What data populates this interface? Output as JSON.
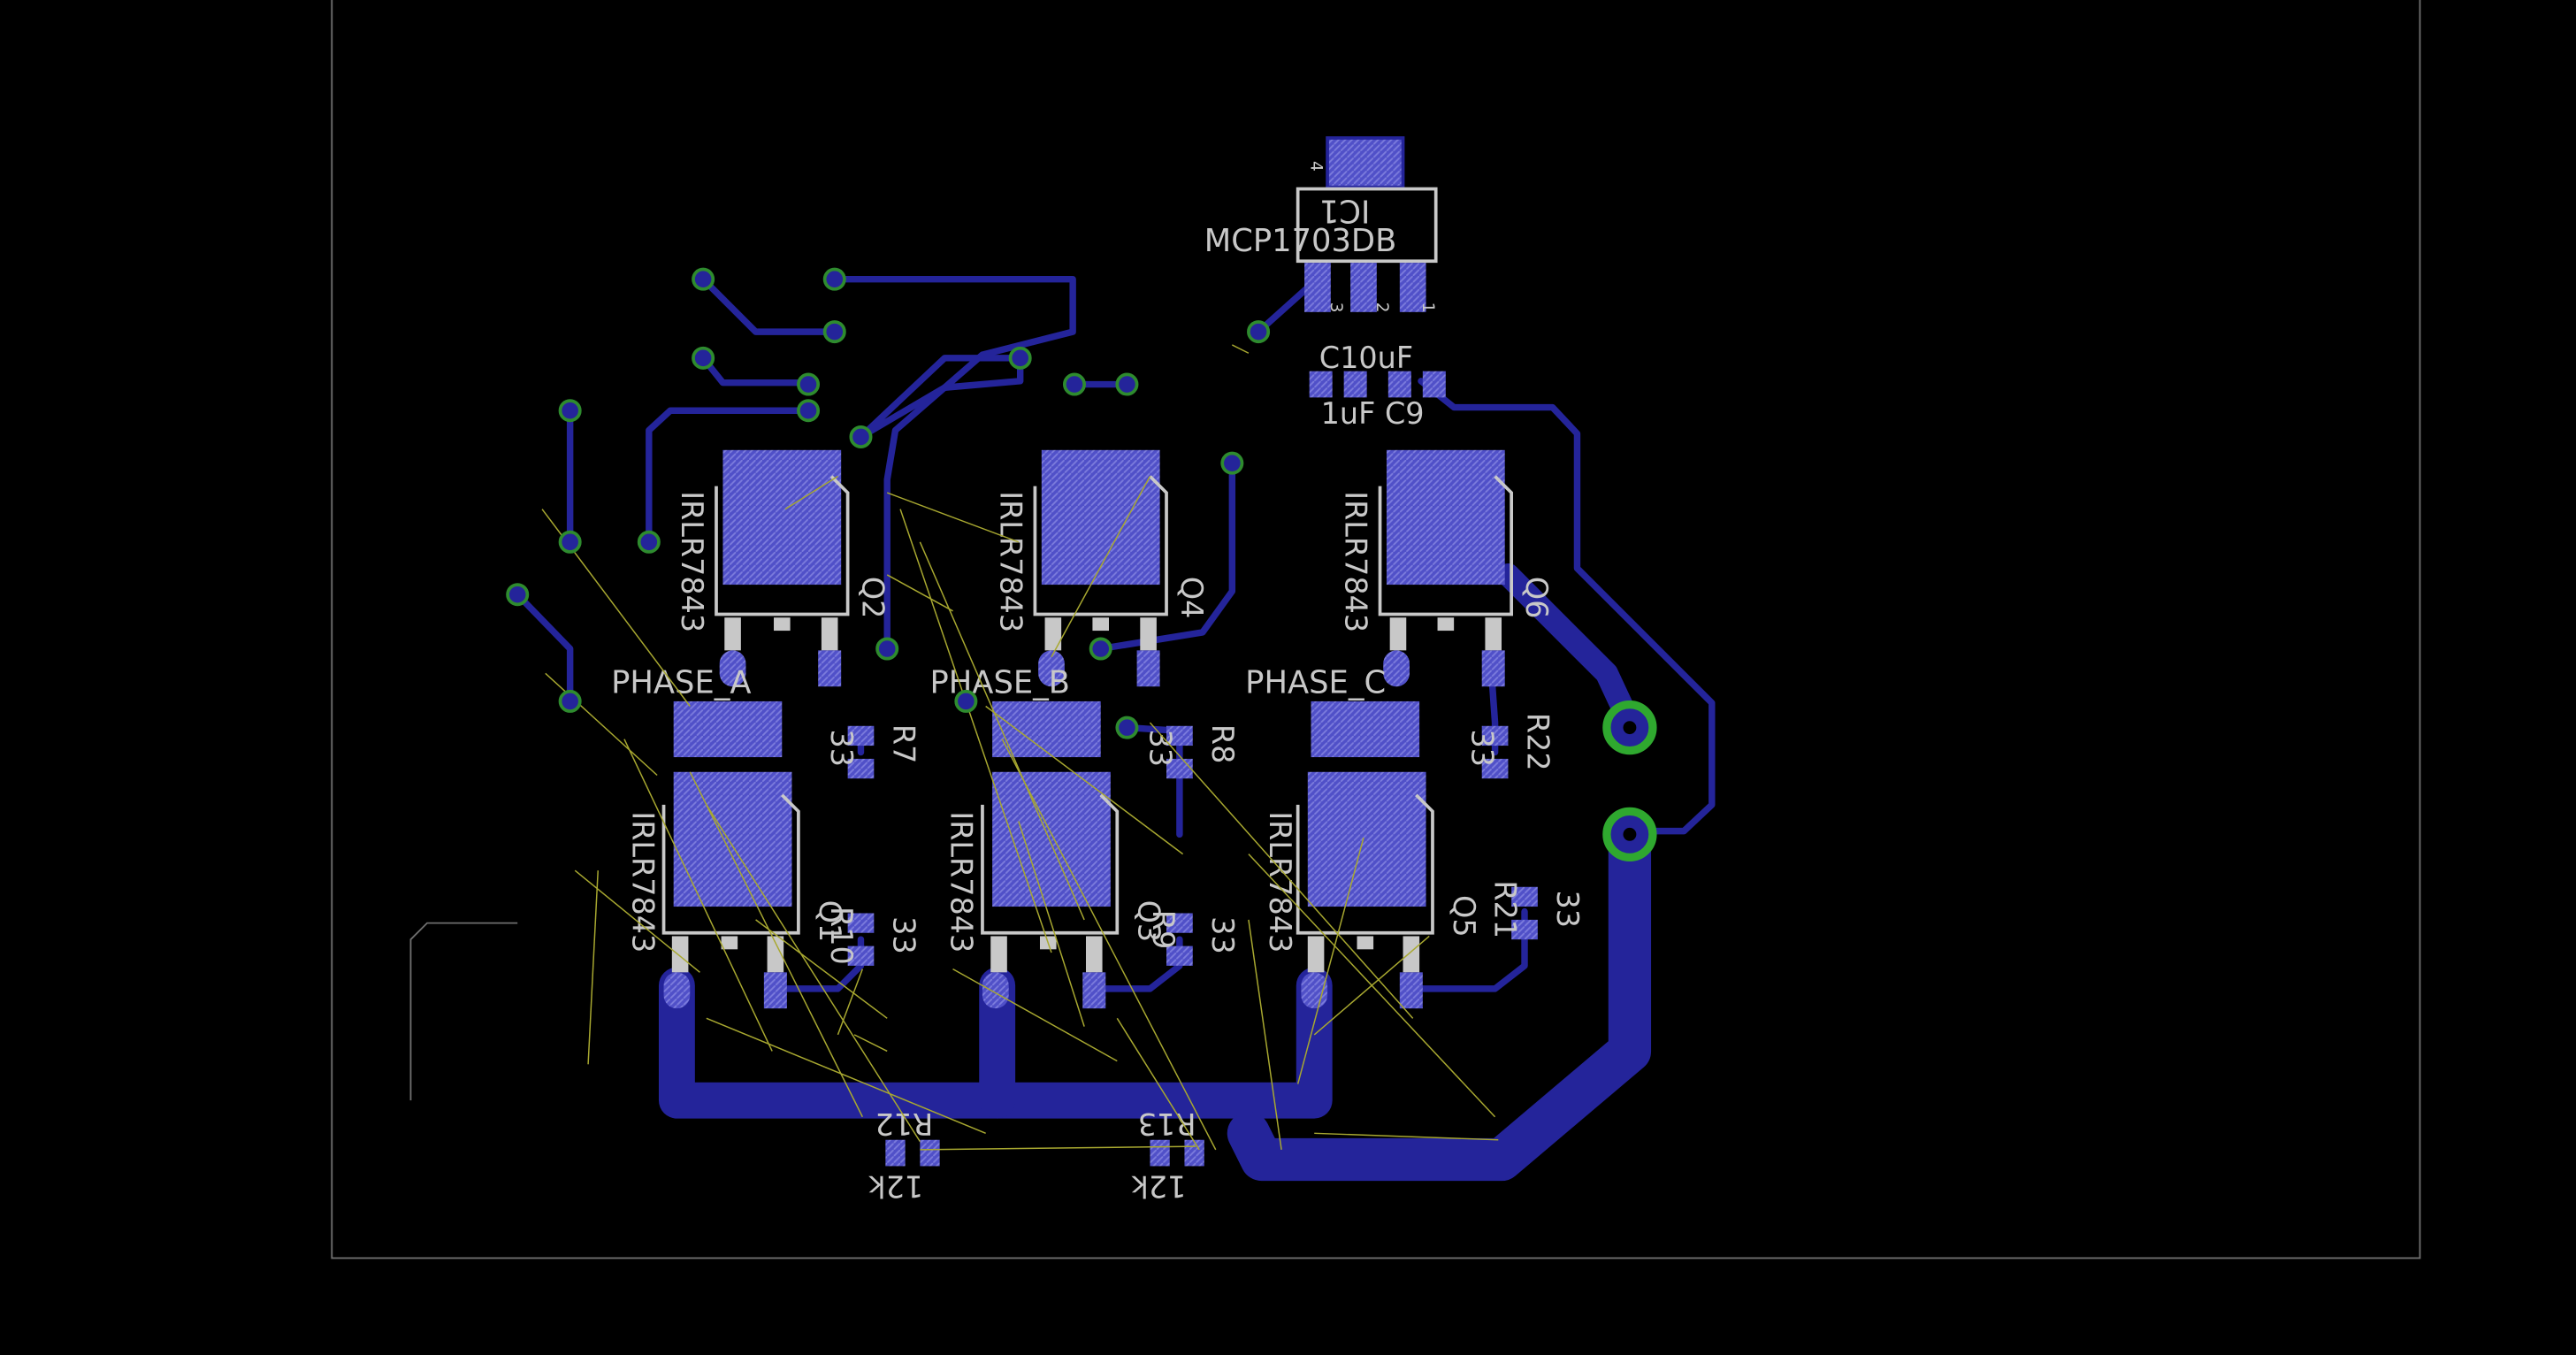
{
  "colors": {
    "background": "#000000",
    "outline": "#6e6e6e",
    "copper": "#24249a",
    "pad": "#5050c8",
    "pad_hatch": "#7b7bdc",
    "silk": "#c8c8c8",
    "via": "#2e8b2e",
    "airwire": "#a8a830",
    "thru_pad": "#2fa82f"
  },
  "labels": {
    "ic1_name": "IC1",
    "ic1_value": "MCP1703DB",
    "ic1_pin4": "4",
    "ic1_pin3": "3",
    "ic1_pin2": "2",
    "ic1_pin1": "1",
    "c10": "C10uF",
    "c9": "1uF C9",
    "phase_a": "PHASE_A",
    "phase_b": "PHASE_B",
    "phase_c": "PHASE_C",
    "fet_value": "IRLR7843",
    "q2": "Q2",
    "q4": "Q4",
    "q6": "Q6",
    "q1": "Q1",
    "q3": "Q3",
    "q5": "Q5",
    "r7": "R7",
    "r8": "R8",
    "r22": "R22",
    "r10": "R10",
    "r9": "R9",
    "r21": "R21",
    "r12": "R12",
    "r13": "R13",
    "res33": "33",
    "res12k": "12k"
  }
}
